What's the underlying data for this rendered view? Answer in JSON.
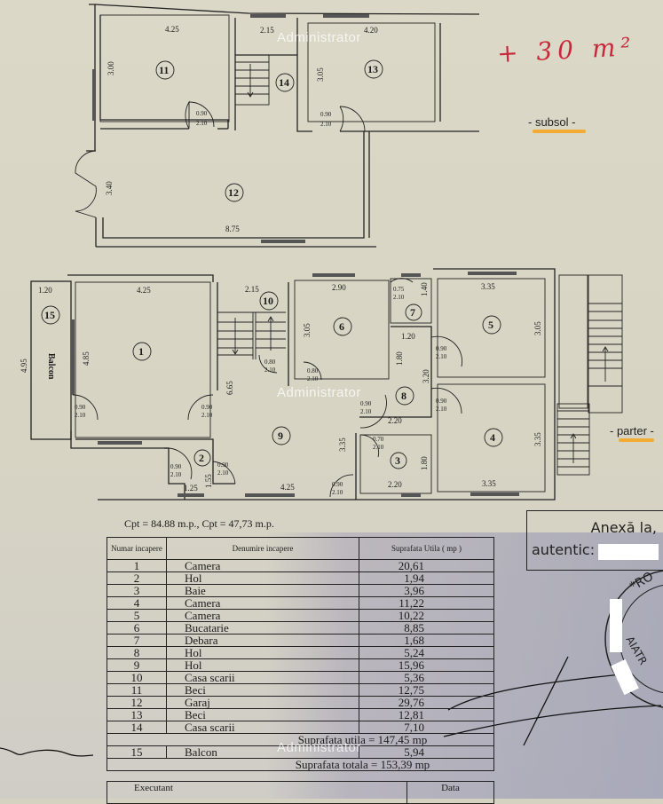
{
  "document": {
    "type": "floor-plan-annex",
    "watermark": "Administrator"
  },
  "annotations": {
    "handwritten_note": "+ 30 m²",
    "basement_label": "- subsol -",
    "ground_floor_label": "- parter -"
  },
  "subsol": {
    "rooms": [
      {
        "number": "11",
        "width": "4.25",
        "depth": "3.00"
      },
      {
        "number": "12",
        "width": "8.75",
        "depth": "3.40"
      },
      {
        "number": "13",
        "width": "4.20",
        "depth": "3.05"
      },
      {
        "number": "14",
        "width": "2.15"
      }
    ],
    "doors": [
      {
        "w": "0.90",
        "h": "2.10"
      },
      {
        "w": "0.90",
        "h": "2.10"
      }
    ]
  },
  "parter": {
    "rooms": [
      {
        "number": "1",
        "width": "4.25",
        "depth": "4.85"
      },
      {
        "number": "2",
        "width": "1.25",
        "depth": "1.55"
      },
      {
        "number": "3",
        "width": "2.20",
        "depth": "1.80"
      },
      {
        "number": "4",
        "width": "3.35",
        "depth": "3.35"
      },
      {
        "number": "5",
        "width": "3.35",
        "depth": "3.05"
      },
      {
        "number": "6",
        "width": "2.90",
        "depth": "3.05"
      },
      {
        "number": "7",
        "depth": "1.40"
      },
      {
        "number": "8",
        "width": "1.20",
        "depth": "1.80",
        "width2": "2.20",
        "depth2": "3.20"
      },
      {
        "number": "9",
        "width": "4.25",
        "depth": "3.35",
        "depth2": "6.65"
      },
      {
        "number": "10",
        "width": "2.15"
      },
      {
        "number": "15",
        "width": "1.20",
        "depth": "4.95",
        "name": "Balcon"
      }
    ],
    "doors": {
      "d090": "0.90",
      "d080": "0.80",
      "d075": "0.75",
      "d070": "0.70",
      "h210": "2.10"
    }
  },
  "cpt_line": "Cpt = 84.88 m.p., Cpt = 47,73 m.p.",
  "table": {
    "headers": {
      "number": "Numar incapere",
      "name": "Denumire incapere",
      "area": "Suprafata Utila ( mp )"
    },
    "rows": [
      {
        "number": "1",
        "name": "Camera",
        "area": "20,61"
      },
      {
        "number": "2",
        "name": "Hol",
        "area": "1,94"
      },
      {
        "number": "3",
        "name": "Baie",
        "area": "3,96"
      },
      {
        "number": "4",
        "name": "Camera",
        "area": "11,22"
      },
      {
        "number": "5",
        "name": "Camera",
        "area": "10,22"
      },
      {
        "number": "6",
        "name": "Bucatarie",
        "area": "8,85"
      },
      {
        "number": "7",
        "name": "Debara",
        "area": "1,68"
      },
      {
        "number": "8",
        "name": "Hol",
        "area": "5,24"
      },
      {
        "number": "9",
        "name": "Hol",
        "area": "15,96"
      },
      {
        "number": "10",
        "name": "Casa scarii",
        "area": "5,36"
      },
      {
        "number": "11",
        "name": "Beci",
        "area": "12,75"
      },
      {
        "number": "12",
        "name": "Garaj",
        "area": "29,76"
      },
      {
        "number": "13",
        "name": "Beci",
        "area": "12,81"
      },
      {
        "number": "14",
        "name": "Casa scarii",
        "area": "7,10"
      }
    ],
    "useful_total": "Suprafata utila = 147,45 mp",
    "balcony_row": {
      "number": "15",
      "name": "Balcon",
      "area": "5,94"
    },
    "grand_total": "Suprafata totala = 153,39 mp",
    "footer": {
      "executant": "Executant",
      "date": "Data"
    }
  },
  "annex_box": {
    "line1": "Anexă la,",
    "line2": "autentic:"
  },
  "stamp": {
    "text_top": "*RO",
    "text_side": "AIATR"
  },
  "colors": {
    "paper": "#d8d4c4",
    "ink": "#1c1c1c",
    "handwriting": "#c8283a",
    "highlighter": "#f5a623"
  }
}
